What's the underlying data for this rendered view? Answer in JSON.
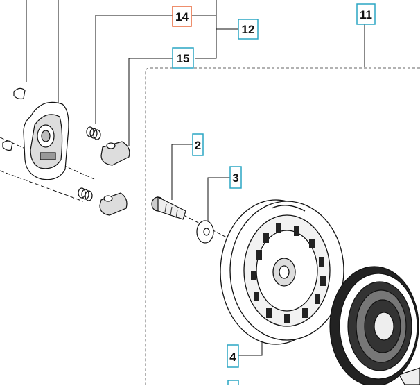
{
  "diagram": {
    "callouts": [
      {
        "id": "c14",
        "label": "14",
        "color": "#e8693c",
        "highlighted": true
      },
      {
        "id": "c12",
        "label": "12",
        "color": "#2aa6c4",
        "highlighted": false
      },
      {
        "id": "c15",
        "label": "15",
        "color": "#2aa6c4",
        "highlighted": false
      },
      {
        "id": "c11",
        "label": "11",
        "color": "#2aa6c4",
        "highlighted": false
      },
      {
        "id": "c2",
        "label": "2",
        "color": "#2aa6c4",
        "highlighted": false
      },
      {
        "id": "c3",
        "label": "3",
        "color": "#2aa6c4",
        "highlighted": false
      },
      {
        "id": "c4",
        "label": "4",
        "color": "#2aa6c4",
        "highlighted": false
      }
    ],
    "parts": [
      "starter-housing",
      "pawl-spring",
      "starter-pawl",
      "shoulder-screw",
      "washer",
      "starter-pulley",
      "recoil-spring-cassette"
    ]
  }
}
